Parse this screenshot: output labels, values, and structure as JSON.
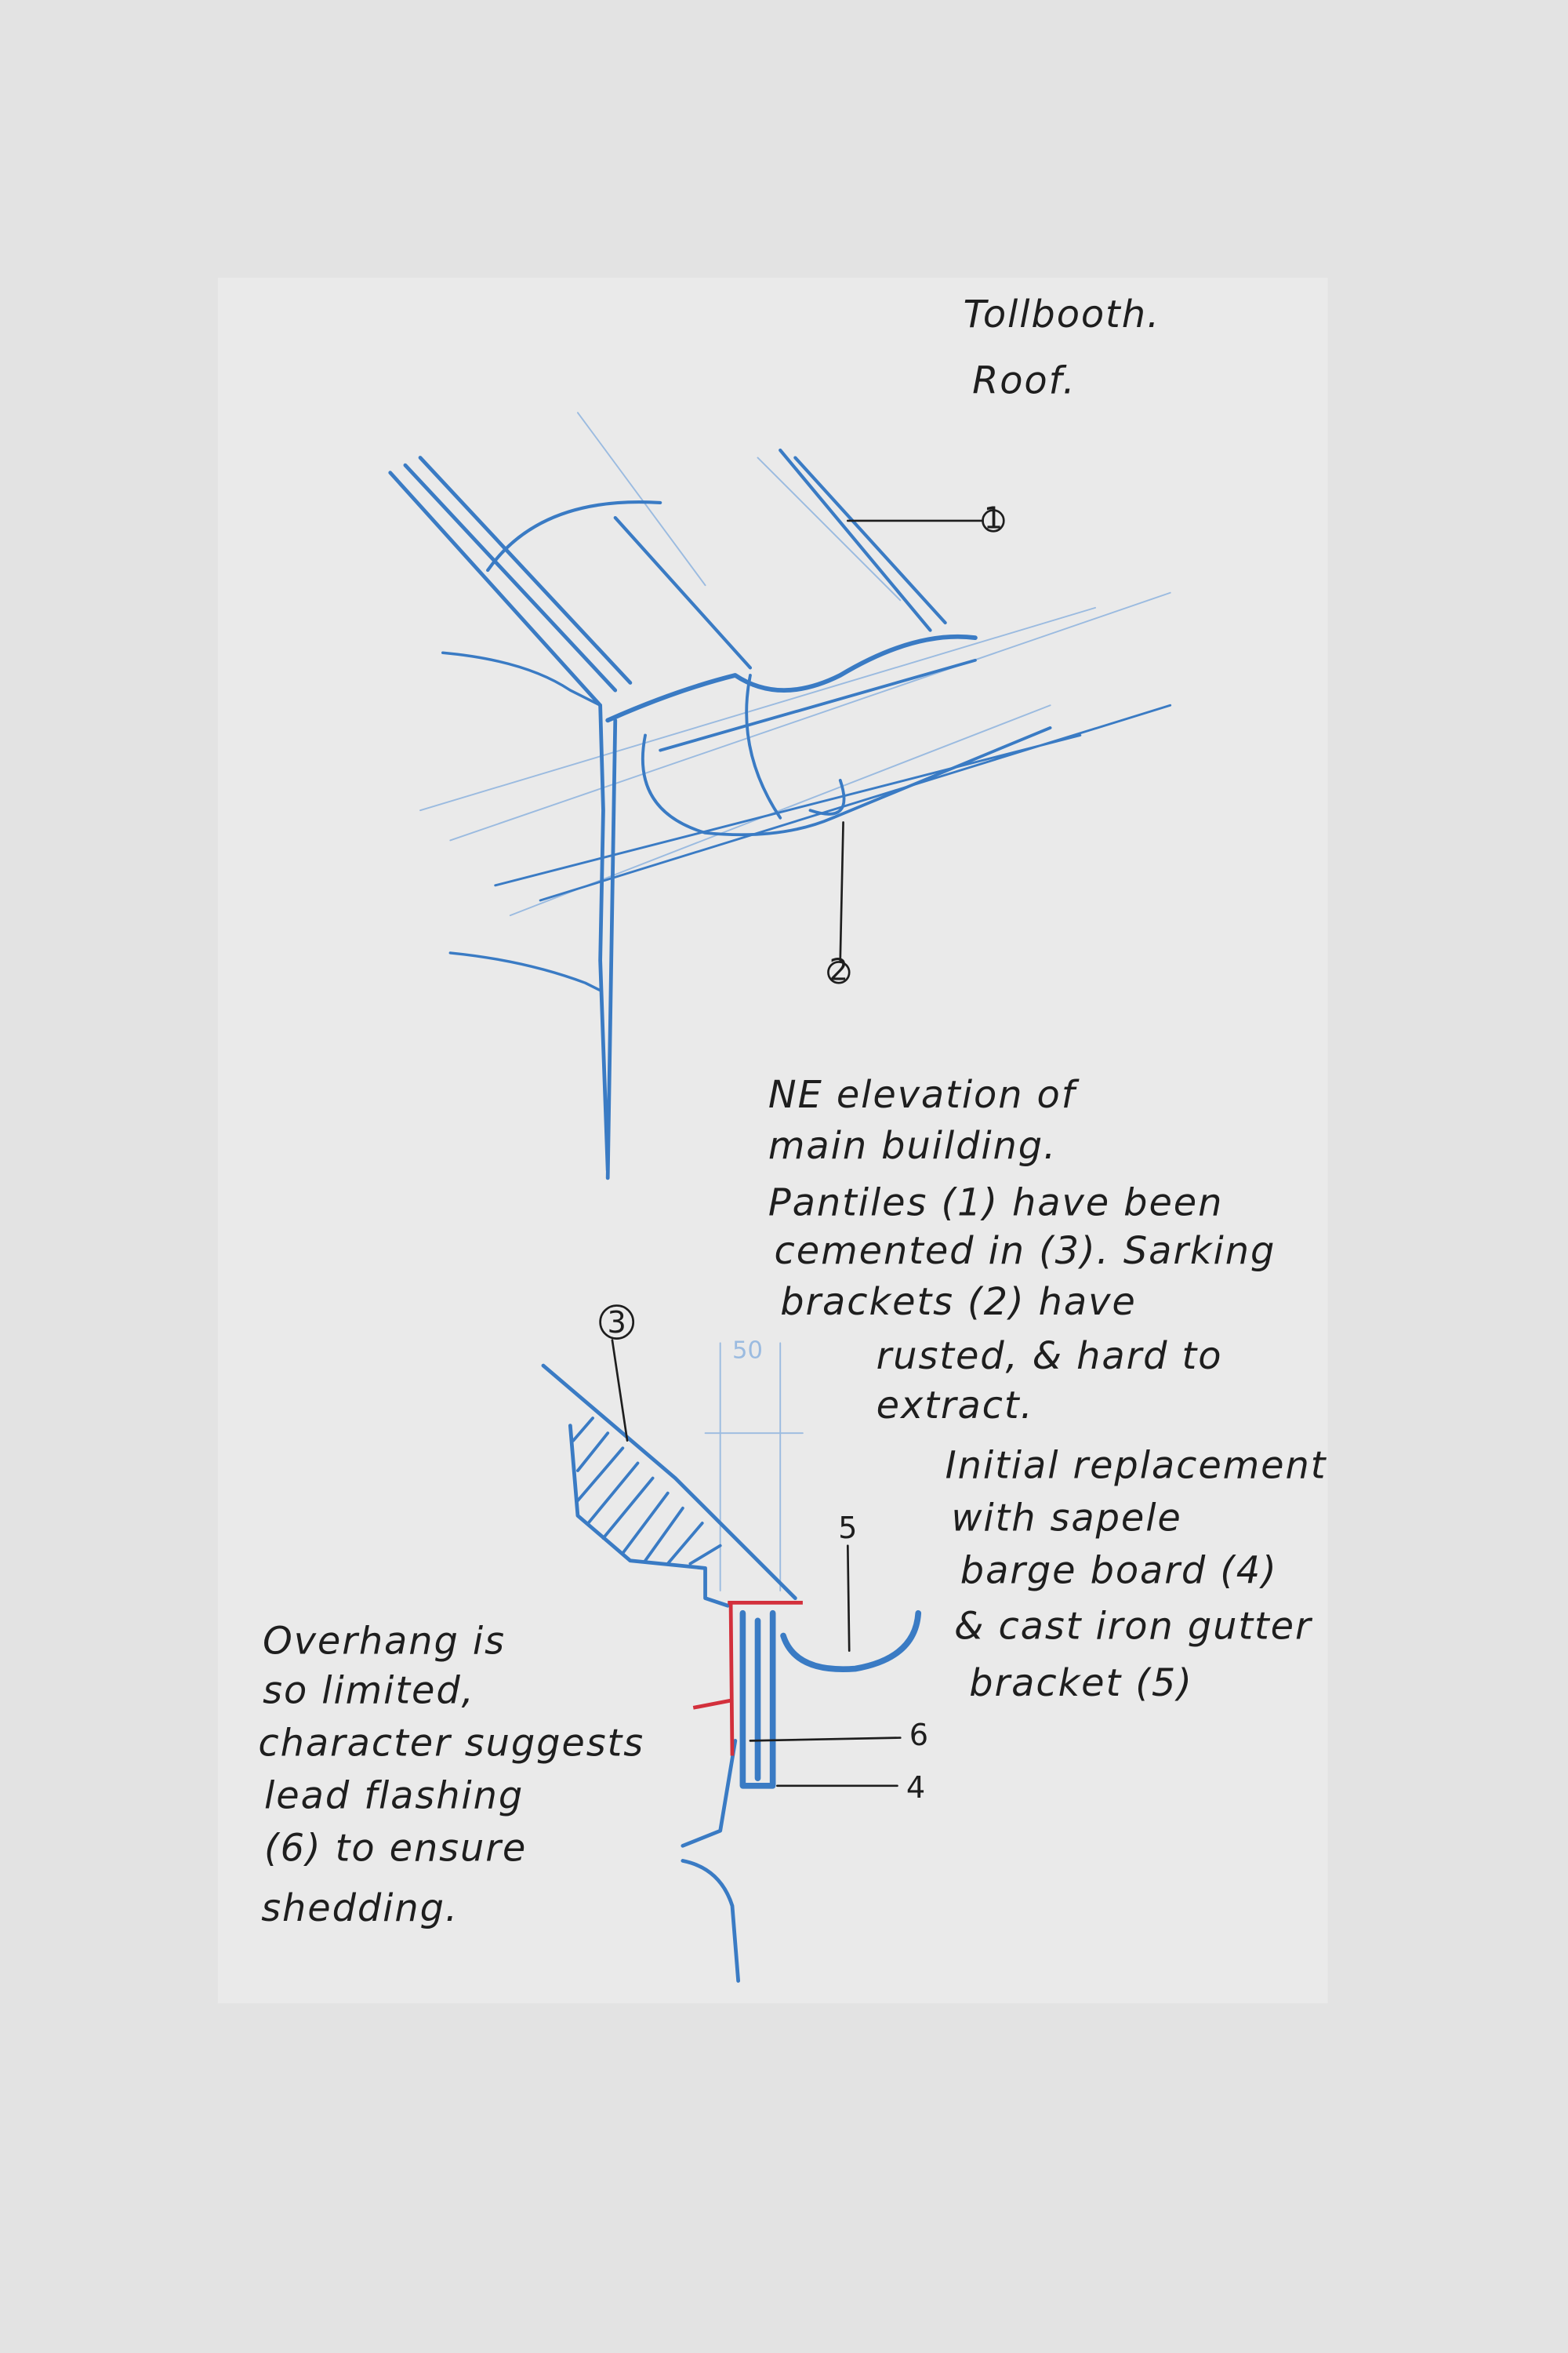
{
  "title": {
    "line1": "Tollbooth.",
    "line2": "Roof."
  },
  "callouts": {
    "c1": "1",
    "c2": "2",
    "c3": "3",
    "c4": "4",
    "c5": "5",
    "c6": "6",
    "dim": "50"
  },
  "notes": {
    "ne_elevation": [
      "NE elevation of",
      "main building.",
      "Pantiles (1) have been",
      "cemented in (3). Sarking",
      "brackets (2) have",
      "rusted, & hard to",
      "extract."
    ],
    "replacement": [
      "Initial replacement",
      "with sapele",
      "barge board (4)",
      "& cast iron gutter",
      "bracket (5)"
    ],
    "overhang": [
      "Overhang is",
      "so limited,",
      "character suggests",
      "lead flashing",
      "(6) to ensure",
      "shedding."
    ]
  },
  "colors": {
    "pencil_blue": "#3a7bc4",
    "flashing_red": "#d3303c",
    "ink": "#1e1e1e",
    "paper": "#ebebeb",
    "background": "#e3e3e3"
  }
}
